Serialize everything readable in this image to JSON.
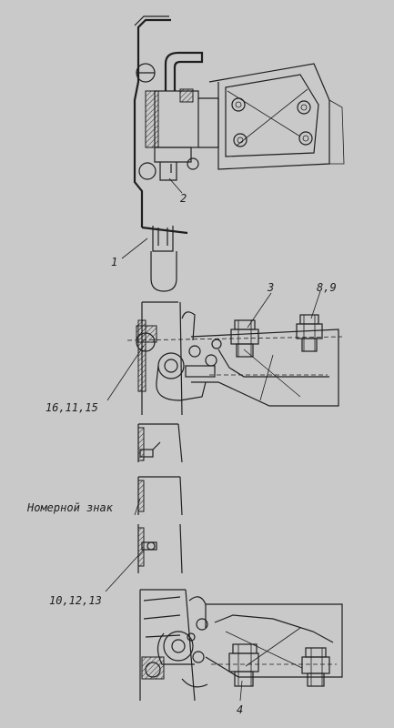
{
  "labels": {
    "l1": "1",
    "l2": "2",
    "l3": "3",
    "l4": "4",
    "l89": "8,9",
    "l161115": "16,11,15",
    "l101213": "10,12,13",
    "plate": "Номерной знак"
  },
  "colors": {
    "background": "#c9c9c9",
    "ink": "#1e1e1e"
  }
}
